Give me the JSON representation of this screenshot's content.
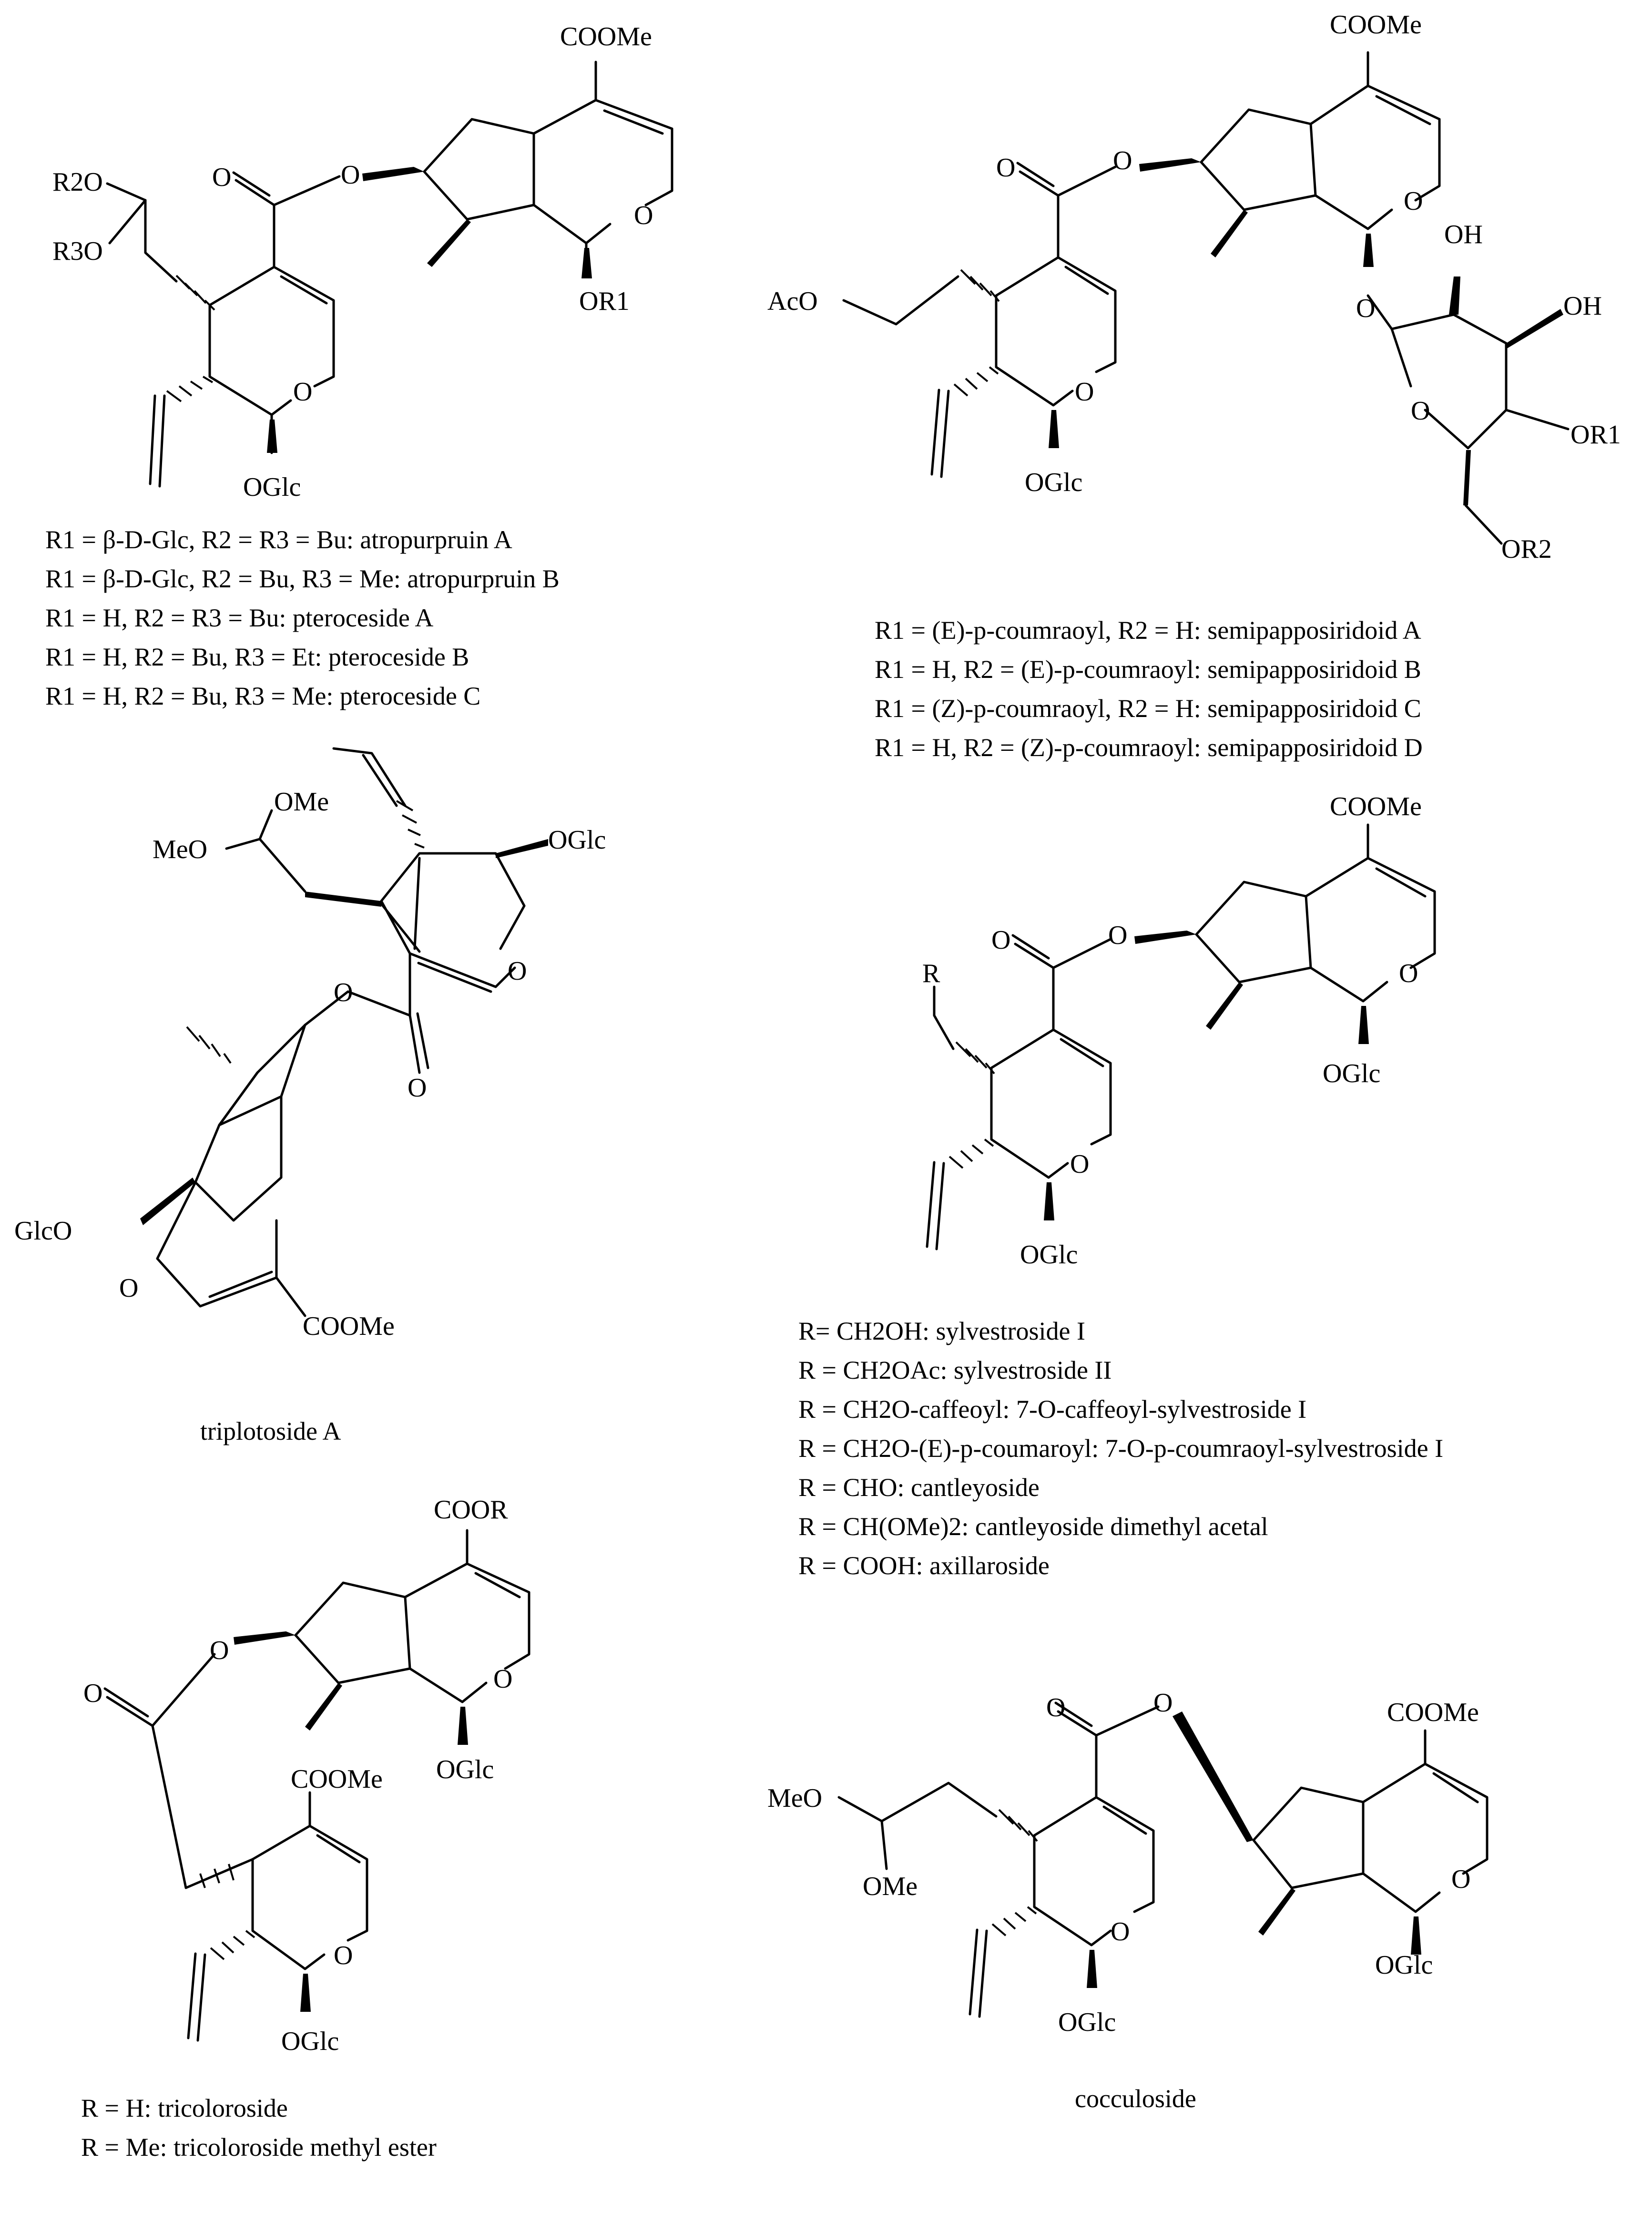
{
  "structures": [
    {
      "id": "atropurpruin",
      "atoms": [
        "COOMe",
        "O",
        "O",
        "O",
        "OR1",
        "OGlc",
        "O",
        "R2O",
        "R3O"
      ],
      "captions": [
        "R1 = β-D-Glc, R2 = R3 = Bu: atropurpruin A",
        "R1 = β-D-Glc, R2 = Bu, R3 = Me: atropurpruin B",
        "R1 = H, R2 = R3 = Bu: pteroceside A",
        "R1 = H, R2 = Bu, R3 = Et: pteroceside B",
        "R1 = H, R2 = Bu, R3 = Me: pteroceside C"
      ]
    },
    {
      "id": "semipapposiridoid",
      "atoms": [
        "COOMe",
        "O",
        "O",
        "O",
        "O",
        "OH",
        "OH",
        "O",
        "OR1",
        "OR2",
        "AcO",
        "OGlc",
        "O"
      ],
      "captions": [
        "R1 = (E)-p-coumraoyl, R2 = H: semipapposiridoid A",
        "R1 = H,  R2 = (E)-p-coumraoyl: semipapposiridoid B",
        "R1 = (Z)-p-coumraoyl, R2 = H: semipapposiridoid C",
        "R1 = H,  R2 = (Z)-p-coumraoyl: semipapposiridoid D"
      ]
    },
    {
      "id": "triplotoside",
      "atoms": [
        "OMe",
        "MeO",
        "OGlc",
        "O",
        "O",
        "O",
        "GlcO",
        "O",
        "COOMe"
      ],
      "name": "triplotoside A"
    },
    {
      "id": "sylvestroside",
      "atoms": [
        "COOMe",
        "R",
        "O",
        "O",
        "O",
        "OGlc",
        "O",
        "OGlc"
      ],
      "captions": [
        "R= CH2OH: sylvestroside I",
        "R = CH2OAc: sylvestroside II",
        "R = CH2O-caffeoyl: 7-O-caffeoyl-sylvestroside I",
        "R = CH2O-(E)-p-coumaroyl: 7-O-p-coumraoyl-sylvestroside I",
        "R = CHO: cantleyoside",
        "R = CH(OMe)2: cantleyoside dimethyl acetal",
        "R = COOH: axillaroside"
      ]
    },
    {
      "id": "tricoloroside",
      "atoms": [
        "COOR",
        "O",
        "O",
        "O",
        "OGlc",
        "COOMe",
        "O",
        "OGlc"
      ],
      "captions": [
        "R = H: tricoloroside",
        "R = Me: tricoloroside methyl ester"
      ]
    },
    {
      "id": "cocculoside",
      "atoms": [
        "O",
        "O",
        "COOMe",
        "MeO",
        "OMe",
        "O",
        "O",
        "OGlc",
        "OGlc"
      ],
      "name": "cocculoside"
    }
  ]
}
